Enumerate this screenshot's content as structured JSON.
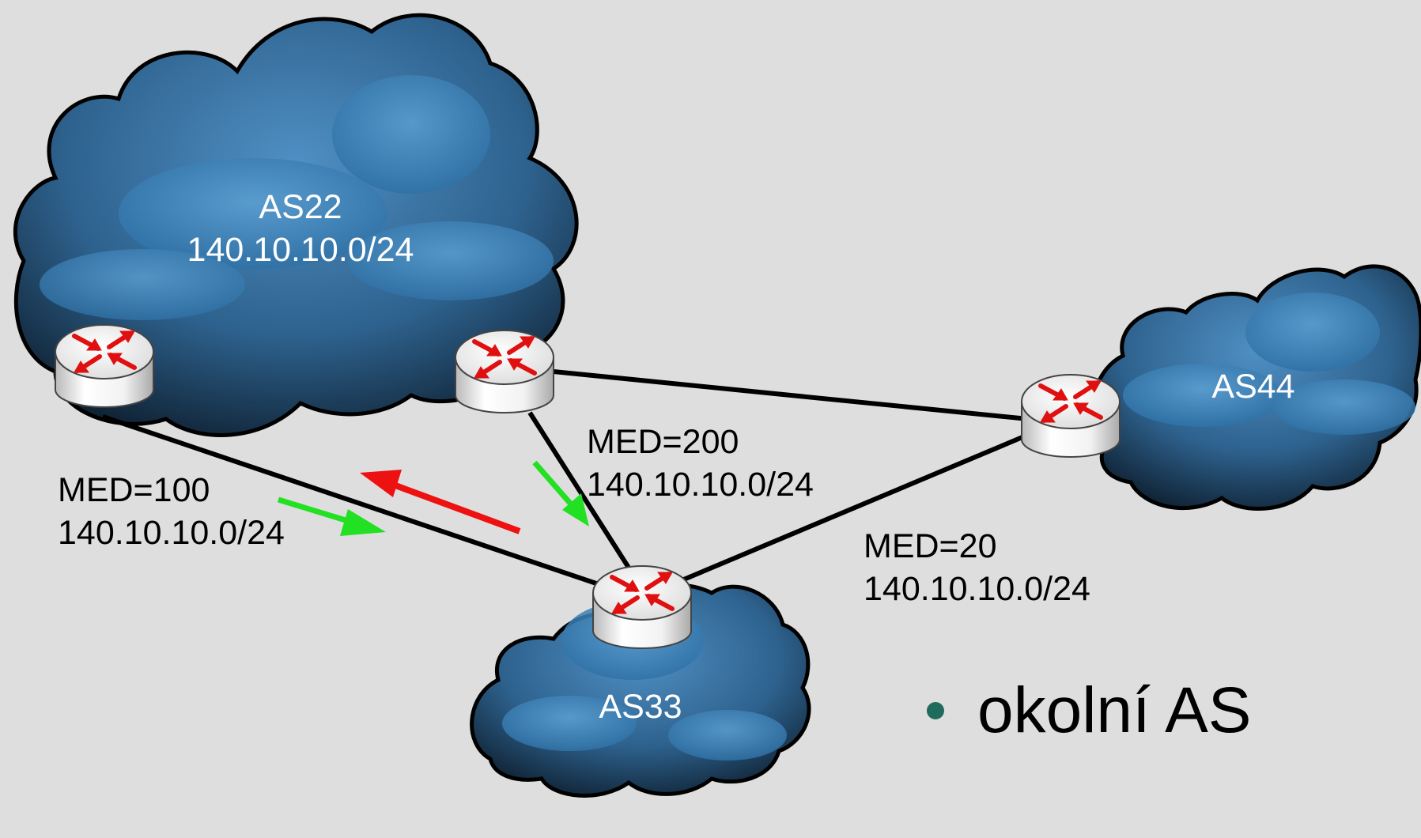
{
  "clouds": {
    "as22": {
      "name": "AS22",
      "prefix": "140.10.10.0/24"
    },
    "as33": {
      "name": "AS33"
    },
    "as44": {
      "name": "AS44"
    }
  },
  "links": {
    "as22_left_as33": {
      "med": "MED=100",
      "prefix": "140.10.10.0/24"
    },
    "as22_right_as33": {
      "med": "MED=200",
      "prefix": "140.10.10.0/24"
    },
    "as44_as33": {
      "med": "MED=20",
      "prefix": "140.10.10.0/24"
    }
  },
  "bullet": {
    "text": "okolní AS",
    "color": "#1f6b5c"
  },
  "colors": {
    "advertise_arrow": "#22e022",
    "traffic_arrow": "#ee1111",
    "router_symbol": "#e01010",
    "cloud": "#3d7fb5"
  },
  "icons": {
    "router": "router-icon",
    "cloud": "cloud-icon"
  }
}
